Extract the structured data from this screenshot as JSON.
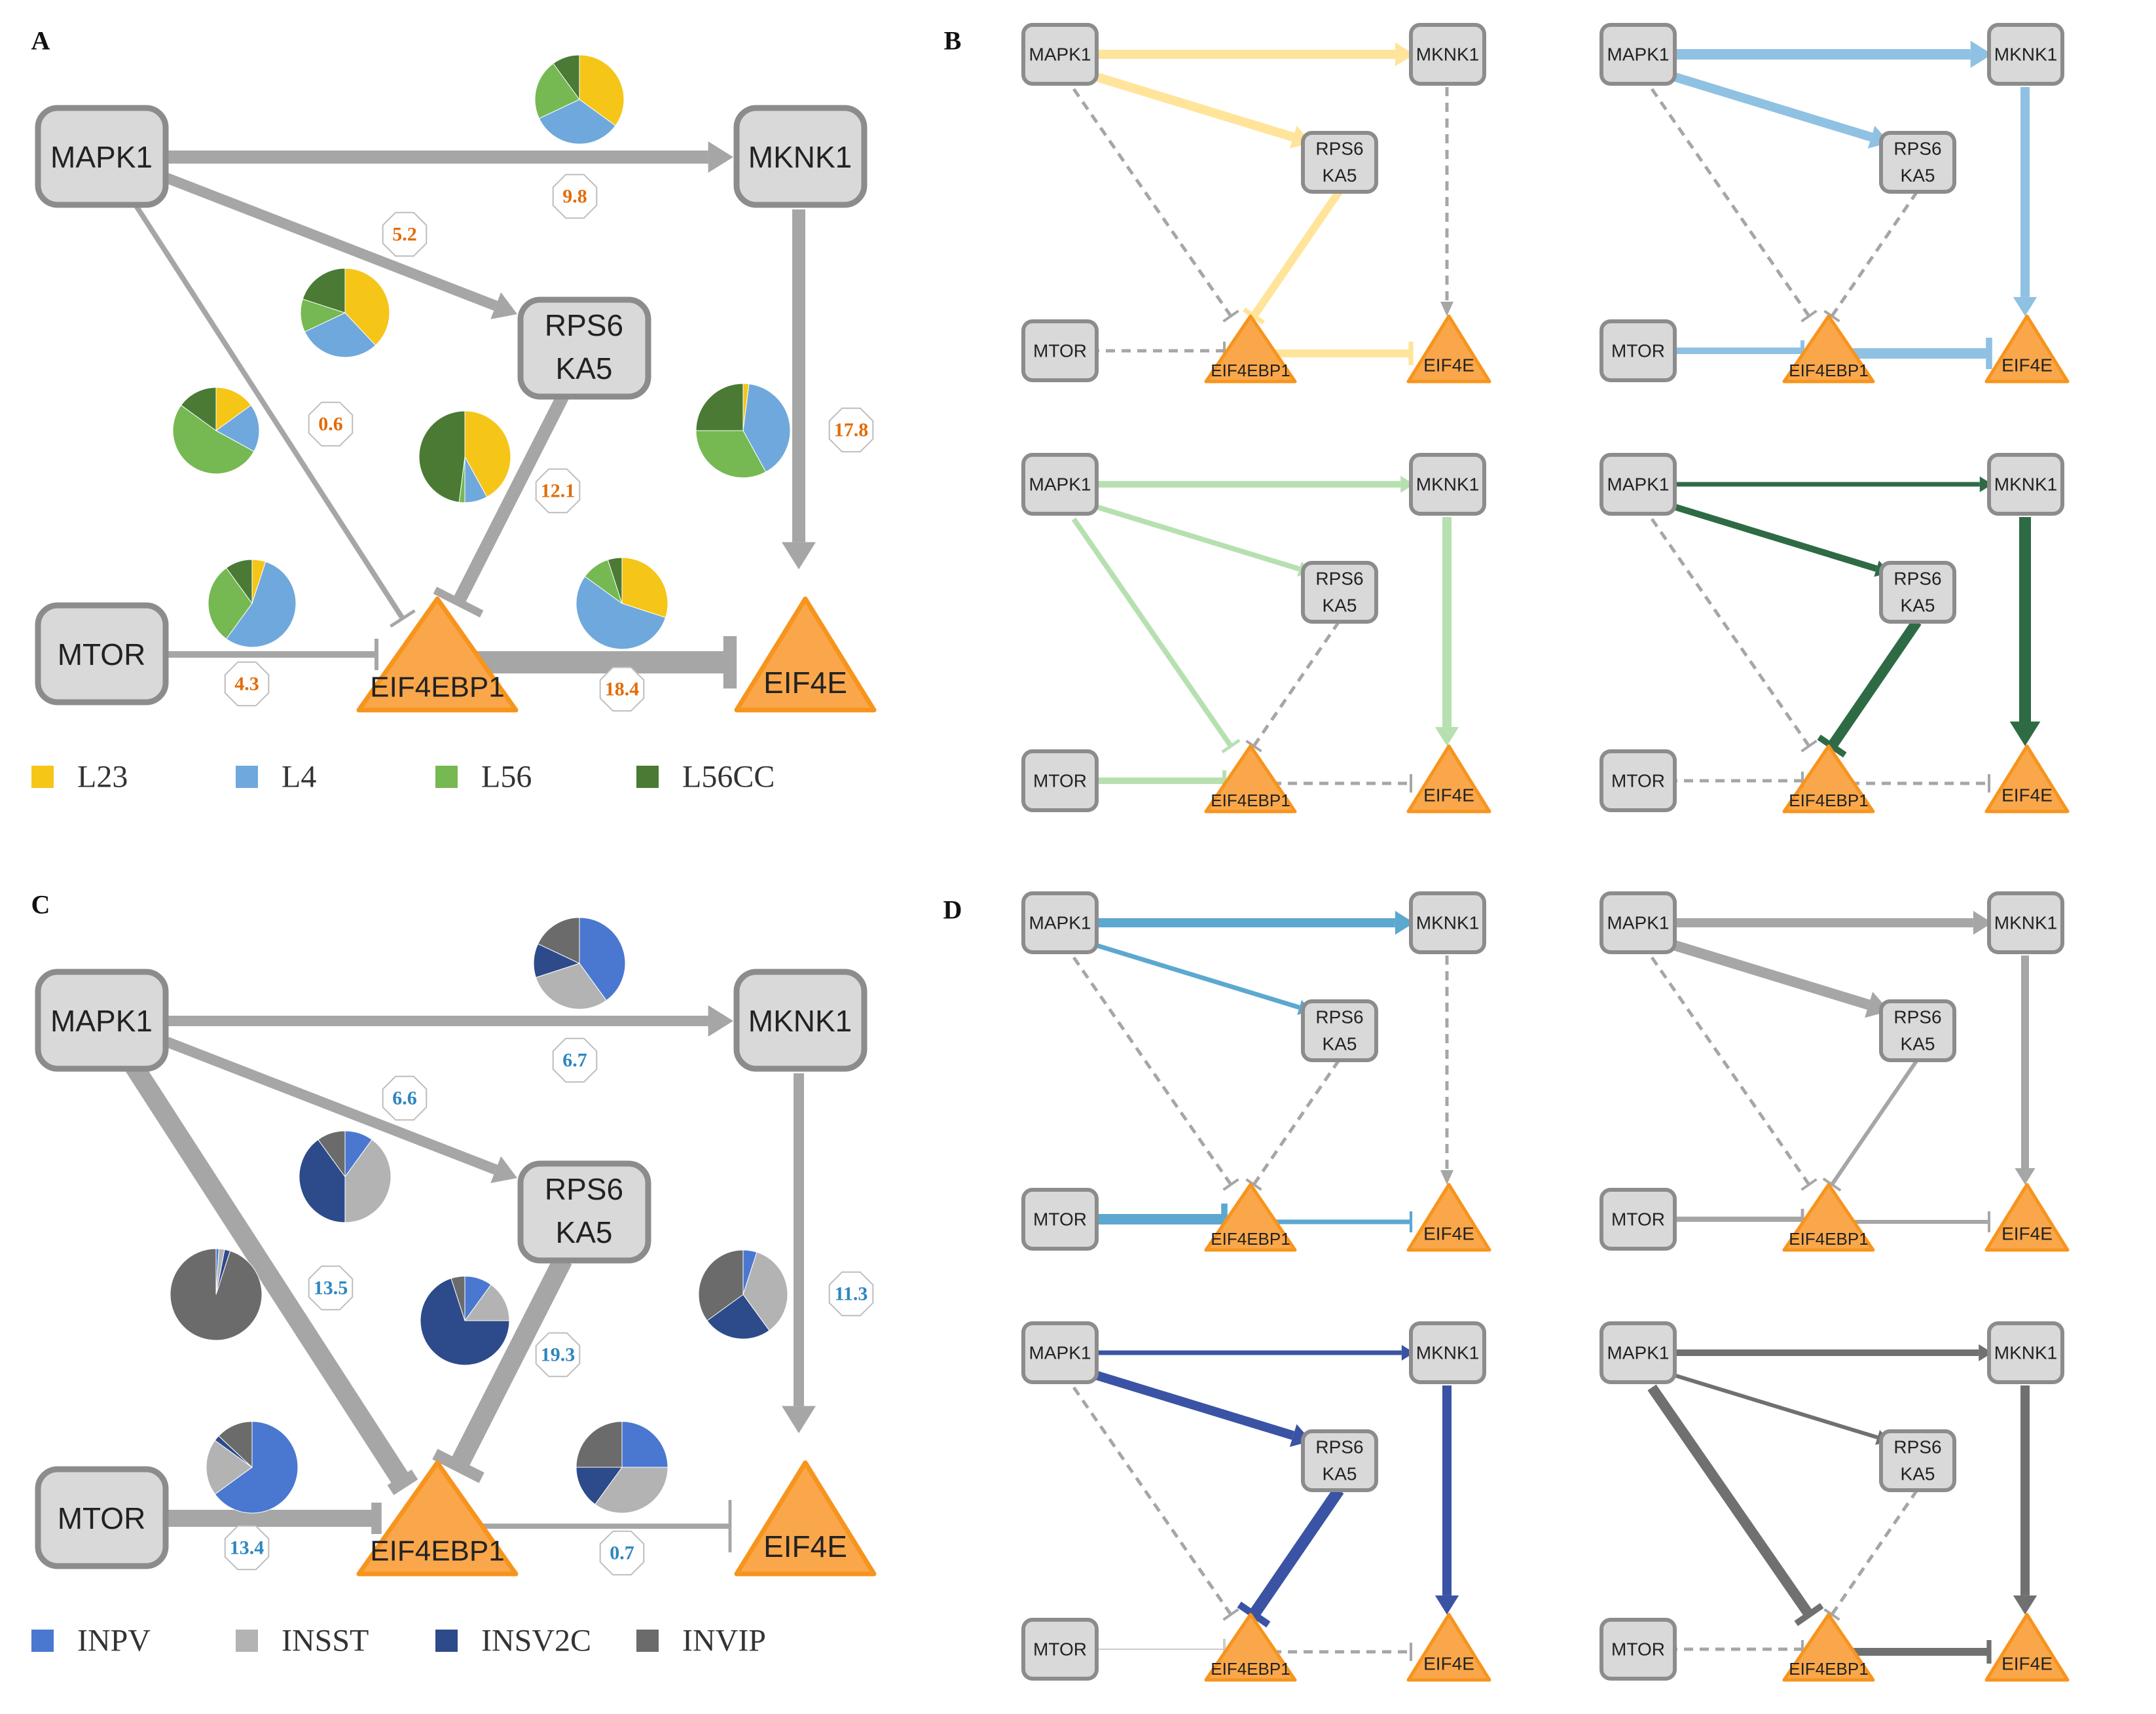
{
  "panels": {
    "A": {
      "letter": "A",
      "nodes": {
        "MAPK1": "MAPK1",
        "MKNK1": "MKNK1",
        "RPS6_1": "RPS6",
        "RPS6_2": "KA5",
        "MTOR": "MTOR",
        "EIF4EBP1": "EIF4EBP1",
        "EIF4E": "EIF4E"
      },
      "edge_weights": {
        "mapk1_mknk1": "9.8",
        "mapk1_rps6ka5": "5.2",
        "mapk1_eif4ebp1": "0.6",
        "rps6ka5_eif4ebp1": "12.1",
        "mknk1_eif4e": "17.8",
        "mtor_eif4ebp1": "4.3",
        "eif4ebp1_eif4e": "18.4"
      },
      "label_color": "#e36c09",
      "legend": [
        {
          "label": "L23",
          "color": "#f5c518"
        },
        {
          "label": "L4",
          "color": "#6fa8dc"
        },
        {
          "label": "L56",
          "color": "#76b852"
        },
        {
          "label": "L56CC",
          "color": "#4a7a34"
        }
      ],
      "pies": [
        {
          "id": "mapk1_mknk1",
          "fractions": [
            0.35,
            0.33,
            0.22,
            0.1
          ]
        },
        {
          "id": "mapk1_rps6ka5",
          "fractions": [
            0.38,
            0.3,
            0.12,
            0.2
          ]
        },
        {
          "id": "mapk1_eif4ebp1",
          "fractions": [
            0.15,
            0.18,
            0.52,
            0.15
          ]
        },
        {
          "id": "rps6ka5_eif4ebp1",
          "fractions": [
            0.42,
            0.08,
            0.02,
            0.48
          ]
        },
        {
          "id": "mknk1_eif4e",
          "fractions": [
            0.02,
            0.4,
            0.33,
            0.25
          ]
        },
        {
          "id": "mtor_eif4ebp1",
          "fractions": [
            0.05,
            0.55,
            0.3,
            0.1
          ]
        },
        {
          "id": "eif4ebp1_eif4e",
          "fractions": [
            0.3,
            0.55,
            0.1,
            0.05
          ]
        }
      ]
    },
    "B": {
      "letter": "B",
      "sub_colors": [
        "#ffe49a",
        "#8fc1e3",
        "#b7e0b0",
        "#2e6b45"
      ],
      "nodes": {
        "MAPK1": "MAPK1",
        "MKNK1": "MKNK1",
        "RPS6_1": "RPS6",
        "RPS6_2": "KA5",
        "MTOR": "MTOR",
        "EIF4EBP1": "EIF4EBP1",
        "EIF4E": "EIF4E"
      }
    },
    "C": {
      "letter": "C",
      "nodes": {
        "MAPK1": "MAPK1",
        "MKNK1": "MKNK1",
        "RPS6_1": "RPS6",
        "RPS6_2": "KA5",
        "MTOR": "MTOR",
        "EIF4EBP1": "EIF4EBP1",
        "EIF4E": "EIF4E"
      },
      "edge_weights": {
        "mapk1_mknk1": "6.7",
        "mapk1_rps6ka5": "6.6",
        "mapk1_eif4ebp1": "13.5",
        "rps6ka5_eif4ebp1": "19.3",
        "mknk1_eif4e": "11.3",
        "mtor_eif4ebp1": "13.4",
        "eif4ebp1_eif4e": "0.7"
      },
      "label_color": "#2e86c1",
      "legend": [
        {
          "label": "INPV",
          "color": "#4a78d0"
        },
        {
          "label": "INSST",
          "color": "#b3b3b3"
        },
        {
          "label": "INSV2C",
          "color": "#2d4b8a"
        },
        {
          "label": "INVIP",
          "color": "#6b6b6b"
        }
      ],
      "pies": [
        {
          "id": "mapk1_mknk1",
          "fractions": [
            0.4,
            0.3,
            0.12,
            0.18
          ]
        },
        {
          "id": "mapk1_rps6ka5",
          "fractions": [
            0.1,
            0.4,
            0.4,
            0.1
          ]
        },
        {
          "id": "mapk1_eif4ebp1",
          "fractions": [
            0.01,
            0.02,
            0.02,
            0.95
          ]
        },
        {
          "id": "rps6ka5_eif4ebp1",
          "fractions": [
            0.1,
            0.15,
            0.7,
            0.05
          ]
        },
        {
          "id": "mknk1_eif4e",
          "fractions": [
            0.05,
            0.35,
            0.25,
            0.35
          ]
        },
        {
          "id": "mtor_eif4ebp1",
          "fractions": [
            0.65,
            0.2,
            0.02,
            0.13
          ]
        },
        {
          "id": "eif4ebp1_eif4e",
          "fractions": [
            0.25,
            0.35,
            0.15,
            0.25
          ]
        }
      ]
    },
    "D": {
      "letter": "D",
      "sub_colors": [
        "#5ca8d0",
        "#a6a6a6",
        "#3a53a4",
        "#707070"
      ],
      "nodes": {
        "MAPK1": "MAPK1",
        "MKNK1": "MKNK1",
        "RPS6_1": "RPS6",
        "RPS6_2": "KA5",
        "MTOR": "MTOR",
        "EIF4EBP1": "EIF4EBP1",
        "EIF4E": "EIF4E"
      }
    }
  }
}
